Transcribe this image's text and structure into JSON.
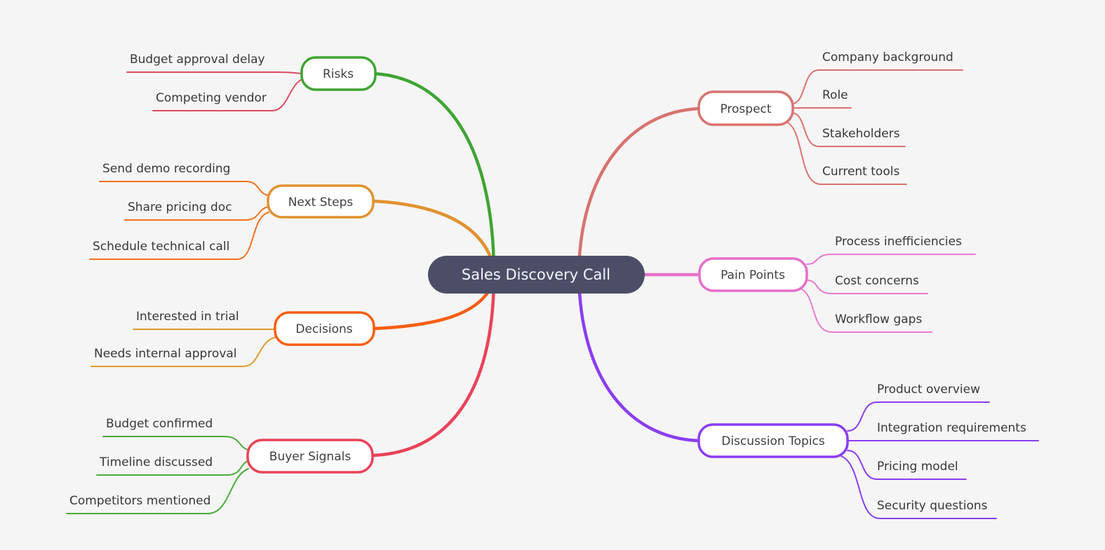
{
  "background": "#f5f5f5",
  "root": {
    "label": "Sales Discovery Call",
    "color": "#4c4e68"
  },
  "branches": [
    {
      "label": "Prospect",
      "color": "#d8736f",
      "child_color": "#d8736f",
      "children": [
        "Company background",
        "Role",
        "Stakeholders",
        "Current tools"
      ]
    },
    {
      "label": "Pain Points",
      "color": "#e56fc9",
      "child_color": "#e87ace",
      "children": [
        "Process inefficiencies",
        "Cost concerns",
        "Workflow gaps"
      ]
    },
    {
      "label": "Discussion Topics",
      "color": "#8b3df0",
      "child_color": "#8b3df0",
      "children": [
        "Product overview",
        "Integration requirements",
        "Pricing model",
        "Security questions"
      ]
    },
    {
      "label": "Risks",
      "color": "#3fa434",
      "child_color": "#dd4a5f",
      "children": [
        "Budget approval delay",
        "Competing vendor"
      ]
    },
    {
      "label": "Next Steps",
      "color": "#e0922f",
      "child_color": "#f3701b",
      "children": [
        "Send demo recording",
        "Share pricing doc",
        "Schedule technical call"
      ]
    },
    {
      "label": "Decisions",
      "color": "#f65e11",
      "child_color": "#df9b2d",
      "children": [
        "Interested in trial",
        "Needs internal approval"
      ]
    },
    {
      "label": "Buyer Signals",
      "color": "#ea4258",
      "child_color": "#4aab3c",
      "children": [
        "Budget confirmed",
        "Timeline discussed",
        "Competitors mentioned"
      ]
    }
  ]
}
